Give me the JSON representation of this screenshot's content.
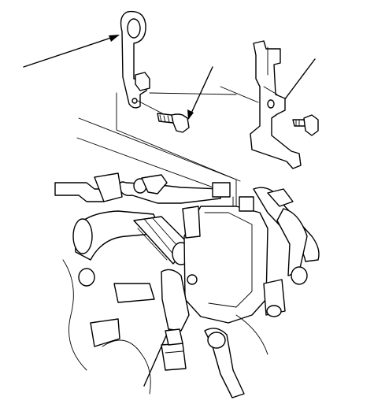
{
  "diagram": {
    "type": "exploded-parts-illustration",
    "callouts": [
      {
        "name": "upper-left-bracket-callout",
        "leader": "leader-line"
      },
      {
        "name": "left-bolt-callout",
        "leader": "leader-line"
      },
      {
        "name": "right-bracket-callout",
        "leader": "leader-line"
      },
      {
        "name": "ground-point-callout",
        "leader": "leader-line"
      }
    ],
    "parts": [
      {
        "name": "upper-left-bracket"
      },
      {
        "name": "left-flange-bolt"
      },
      {
        "name": "right-bracket"
      },
      {
        "name": "right-flange-bolt"
      },
      {
        "name": "engine-assembly"
      }
    ],
    "colors": {
      "line": "#000000",
      "background": "#ffffff"
    }
  }
}
